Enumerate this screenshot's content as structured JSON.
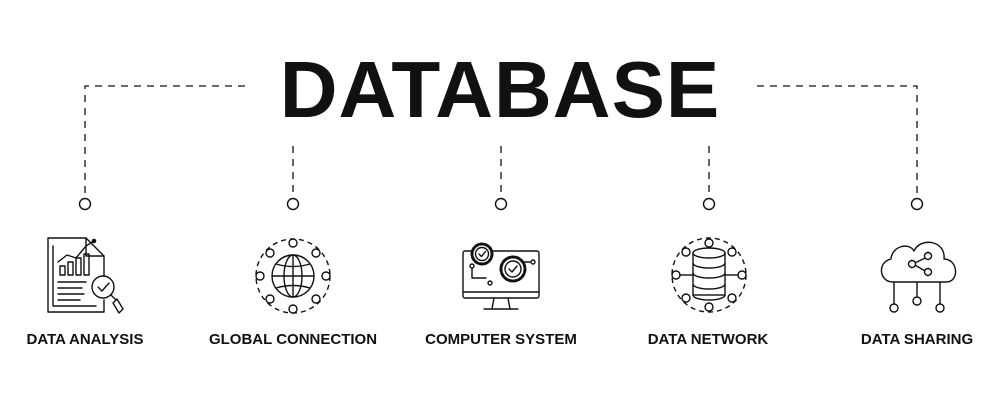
{
  "title": "DATABASE",
  "colors": {
    "ink": "#111111",
    "background": "#ffffff"
  },
  "items": [
    {
      "label": "DATA ANALYSIS",
      "icon": "data-analysis-icon"
    },
    {
      "label": "GLOBAL CONNECTION",
      "icon": "globe-icon"
    },
    {
      "label": "COMPUTER SYSTEM",
      "icon": "computer-system-icon"
    },
    {
      "label": "DATA NETWORK",
      "icon": "database-network-icon"
    },
    {
      "label": "DATA SHARING",
      "icon": "cloud-sharing-icon"
    }
  ]
}
